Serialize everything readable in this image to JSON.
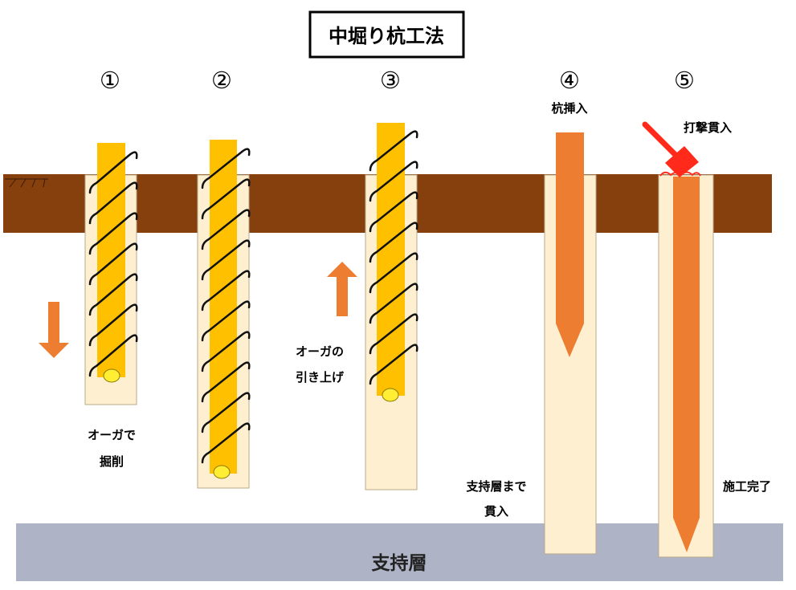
{
  "title": "中堀り杭工法",
  "steps": [
    "①",
    "②",
    "③",
    "④",
    "⑤"
  ],
  "labels": {
    "step1_line1": "オーガで",
    "step1_line2": "掘削",
    "step3_line1": "オーガの",
    "step3_line2": "引き上げ",
    "step4_top": "杭挿入",
    "step4_bottom_line1": "支持層まで",
    "step4_bottom_line2": "貫入",
    "step5_top": "打撃貫入",
    "step5_bottom": "施工完了",
    "bearing_layer": "支持層"
  },
  "colors": {
    "soil": "#86400e",
    "bearing": "#aeb4c6",
    "hole": "#fdefd0",
    "auger": "#ffc000",
    "pile": "#ed7d31",
    "bit": "#ffee33",
    "hammer": "#ff2a1a",
    "spiral": "#111111"
  },
  "icons": {
    "down_arrow": "down-arrow-icon",
    "up_arrow": "up-arrow-icon",
    "hammer": "hammer-icon"
  }
}
